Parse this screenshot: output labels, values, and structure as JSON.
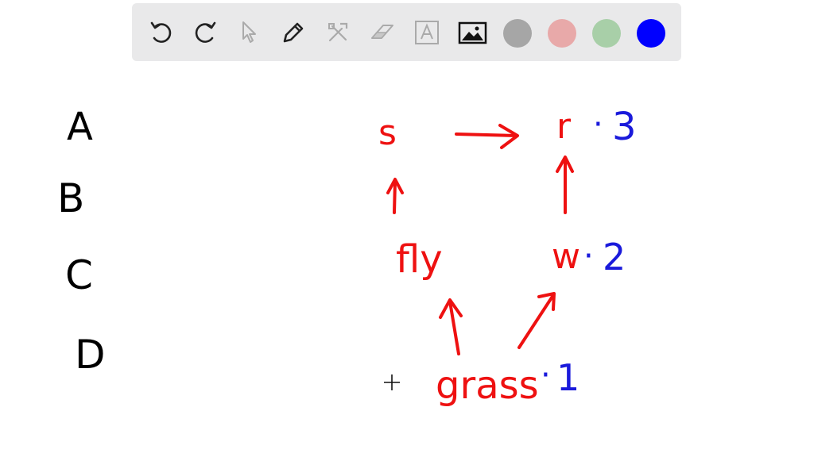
{
  "toolbar": {
    "tools": [
      {
        "name": "undo-icon",
        "state": "enabled"
      },
      {
        "name": "redo-icon",
        "state": "enabled"
      },
      {
        "name": "select-pointer-icon",
        "state": "disabled"
      },
      {
        "name": "pen-icon",
        "state": "enabled"
      },
      {
        "name": "tools-icon",
        "state": "disabled"
      },
      {
        "name": "eraser-icon",
        "state": "disabled"
      },
      {
        "name": "text-box-icon",
        "state": "disabled"
      },
      {
        "name": "image-icon",
        "state": "enabled"
      }
    ],
    "colors": {
      "swatch_gray": "#a6a6a6",
      "swatch_pink": "#e8a9a9",
      "swatch_green": "#a8cfa8",
      "swatch_blue": "#0000ff",
      "selected": "swatch_blue"
    }
  },
  "canvas": {
    "ink_colors": {
      "black": "#000000",
      "red": "#ee1111",
      "blue": "#1a1adb"
    },
    "left_labels": [
      "A",
      "B",
      "C",
      "D"
    ],
    "food_web": {
      "nodes": {
        "s": "s",
        "r": "r",
        "fly": "fly",
        "w": "w",
        "grass": "grass"
      },
      "levels": {
        "r": "3",
        "w": "2",
        "grass": "1"
      },
      "level_dot": "·"
    },
    "cursor": "crosshair"
  }
}
